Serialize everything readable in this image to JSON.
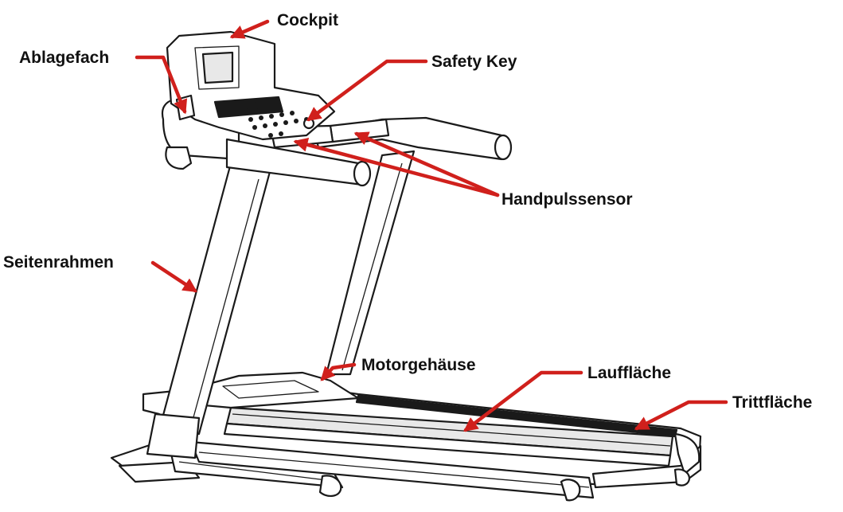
{
  "labels": {
    "cockpit": "Cockpit",
    "ablagefach": "Ablagefach",
    "safety_key": "Safety Key",
    "handpulssensor": "Handpulssensor",
    "seitenrahmen": "Seitenrahmen",
    "motorgehaeuse": "Motorgehäuse",
    "laufflaeche": "Lauffläche",
    "trittflaeche": "Trittfläche"
  },
  "colors": {
    "arrow": "#d0201c",
    "line": "#1a1a1a",
    "text": "#111111"
  }
}
